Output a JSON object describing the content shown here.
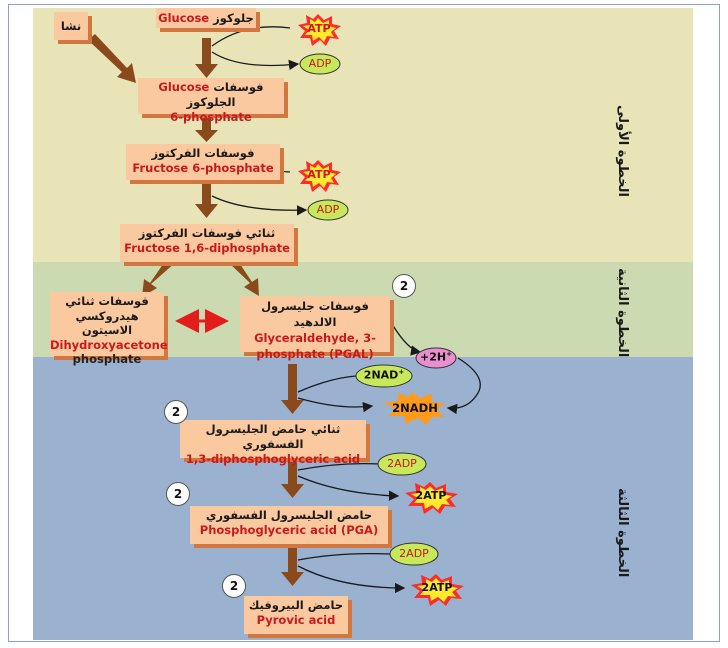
{
  "stages": {
    "first": "الخطوة الأولى",
    "second": "الخطوة الثانية",
    "third": "الخطوة الثالثة"
  },
  "molecules": {
    "starch": {
      "ar": "نشا"
    },
    "glucose": {
      "ar": "جلوكوز",
      "en": "Glucose"
    },
    "g6p": {
      "ar": "فوسفات الجلوكوز",
      "en1": "Glucose",
      "en2": "6-phosphate"
    },
    "f6p": {
      "ar": "فوسفات الفركتوز",
      "en": "Fructose 6-phosphate"
    },
    "f16dp": {
      "ar": "ثنائي فوسفات الفركتوز",
      "en": "Fructose 1,6-diphosphate"
    },
    "dhap": {
      "ar1": "فوسفات ثنائي",
      "ar2": "هيدروكسي الاسيتون",
      "en1": "Dihydroxyacetone",
      "en2": "phosphate"
    },
    "pgal": {
      "ar": "فوسفات جليسرول الالدهيد",
      "en1": "Glyceraldehyde, 3-",
      "en2": "phosphate (PGAL)"
    },
    "dpga": {
      "ar": "ثنائي حامض الجليسرول الفسفوري",
      "en": "1,3-diphosphoglyceric acid"
    },
    "pga": {
      "ar": "حامض الجليسرول الفسفوري",
      "en": "Phosphoglyceric acid (PGA)"
    },
    "pyruvic": {
      "ar": "حامض البيروفيك",
      "en": "Pyrovic acid"
    }
  },
  "energy": {
    "atp1": "ATP",
    "adp1": "ADP",
    "atp2": "ATP",
    "adp2": "ADP",
    "h": "+2H",
    "h_sup": "+",
    "nad": "2NAD",
    "nad_sup": "+",
    "nadh": "2NADH",
    "adp3": "2ADP",
    "atp3": "2ATP",
    "adp4": "2ADP",
    "atp4": "2ATP"
  },
  "counts": {
    "pgal": "2",
    "dpga": "2",
    "pga": "2",
    "pyruvic": "2"
  },
  "colors": {
    "box_fill": "#fbc9a0",
    "box_shadow": "#d2773f",
    "arrow_brown": "#8b4a1c",
    "atp_burst": "#ff2a2a",
    "atp_inner": "#ffea2e",
    "adp_oval": "#c7e85b",
    "h_oval": "#e98fd0",
    "red_text": "#c8191e"
  }
}
